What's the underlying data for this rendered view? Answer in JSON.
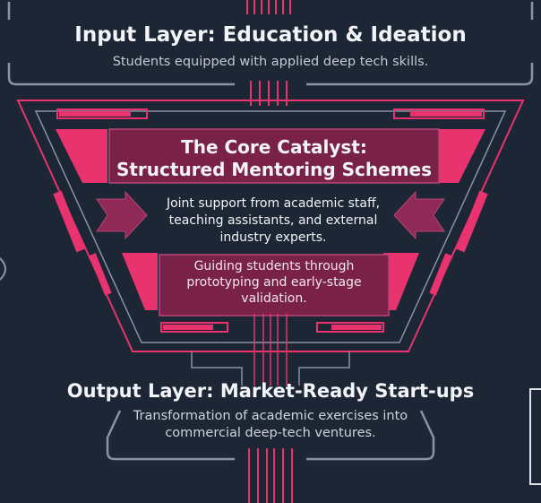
{
  "input_layer": {
    "title": "Input Layer: Education & Ideation",
    "subtitle": "Students equipped with applied deep tech skills."
  },
  "core_catalyst": {
    "title_line1": "The Core Catalyst:",
    "title_line2": "Structured Mentoring Schemes",
    "support_text": "Joint support from academic staff, teaching assistants, and external industry experts.",
    "guide_text": "Guiding students through prototyping and early-stage validation."
  },
  "output_layer": {
    "title": "Output Layer: Market-Ready Start-ups",
    "subtitle_line1": "Transformation of academic exercises into",
    "subtitle_line2": "commercial deep-tech ventures."
  },
  "colors": {
    "background": "#1c2634",
    "frame": "#8a93a3",
    "accent": "#e8336f",
    "panel": "#7a2148"
  }
}
